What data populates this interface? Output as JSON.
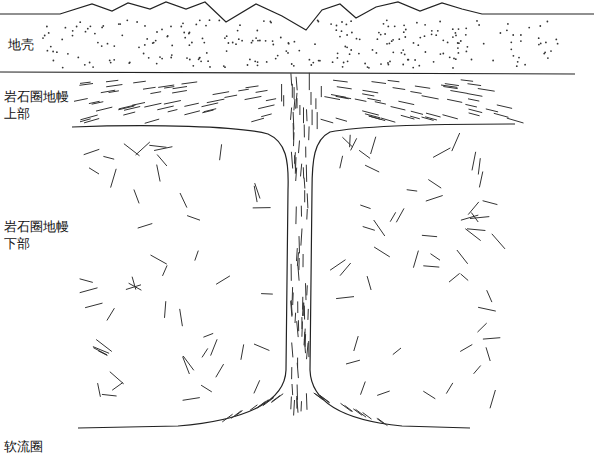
{
  "diagram": {
    "labels": [
      "地壳",
      "岩石圈地幔 上部",
      "岩石圈地幔 下部",
      "软流圈"
    ]
  }
}
